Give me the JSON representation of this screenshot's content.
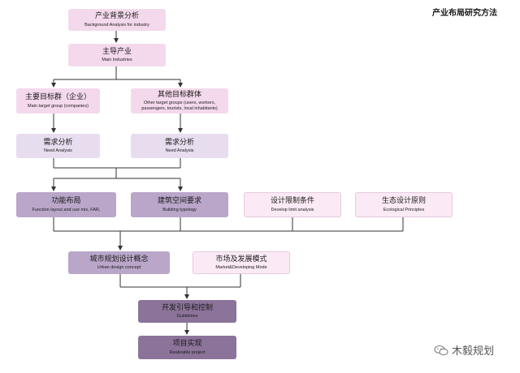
{
  "header": {
    "title": "产业布局研究方法"
  },
  "nodes": {
    "background": {
      "zh": "产业背景分析",
      "en": "Background Analysis for industry"
    },
    "main_industries": {
      "zh": "主导产业",
      "en": "Main Industries"
    },
    "main_target": {
      "zh": "主要目标群（企业）",
      "en": "Main target group (companies)"
    },
    "other_target": {
      "zh": "其他目标群体",
      "en": "Other target groups (users, workers, passengers, tourists, local inhabitants)"
    },
    "need_left": {
      "zh": "需求分析",
      "en": "Need Analysis"
    },
    "need_right": {
      "zh": "需求分析",
      "en": "Need Analysis"
    },
    "function": {
      "zh": "功能布局",
      "en": "Function layout and use mix, FAR,"
    },
    "building": {
      "zh": "建筑空间要求",
      "en": "Building typology"
    },
    "develop_limit": {
      "zh": "设计限制条件",
      "en": "Develop limit analysis"
    },
    "ecological": {
      "zh": "生态设计原则",
      "en": "Ecological Principles"
    },
    "urban": {
      "zh": "城市规划设计概念",
      "en": "Urban design concept"
    },
    "market": {
      "zh": "市场及发展模式",
      "en": "Market&Developing Mode"
    },
    "guidelines": {
      "zh": "开发引导和控制",
      "en": "Guidelines"
    },
    "realizable": {
      "zh": "项目实现",
      "en": "Realizable project"
    }
  },
  "watermark": {
    "text": "木毅规划",
    "icon": "wechat-icon"
  },
  "colors": {
    "pink": "#f4d9ec",
    "lilac": "#e8ddef",
    "purple": "#b9a6c9",
    "dark": "#8b7399"
  }
}
